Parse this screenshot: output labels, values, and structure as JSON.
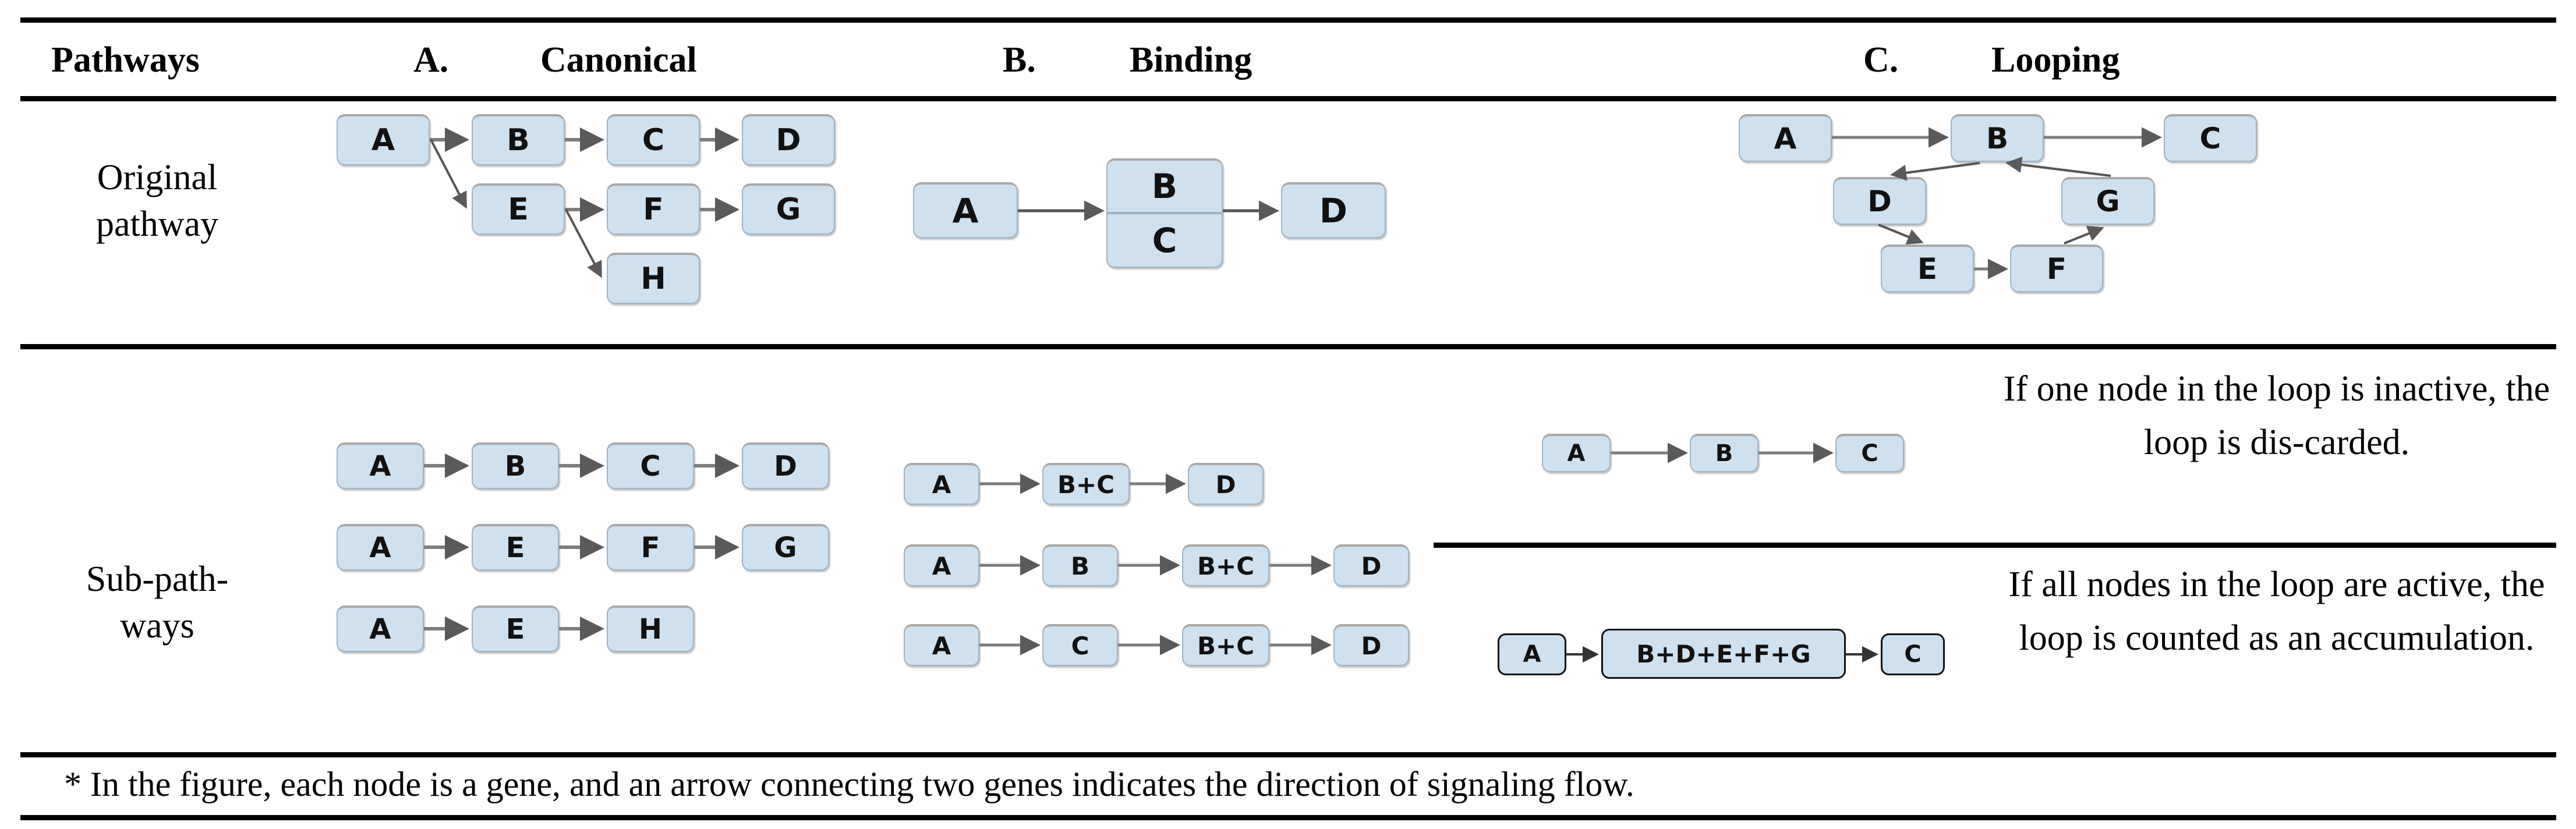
{
  "table": {
    "header": {
      "row_label": "Pathways",
      "columns": [
        {
          "letter": "A.",
          "name": "Canonical"
        },
        {
          "letter": "B.",
          "name": "Binding"
        },
        {
          "letter": "C.",
          "name": "Looping"
        }
      ]
    },
    "rows": [
      {
        "label": "Original\npathway"
      },
      {
        "label": "Sub-path-\nways"
      }
    ],
    "footnote": "* In the figure, each node is a gene, and an arrow connecting two genes indicates the direction of signaling flow."
  },
  "row_labels": {
    "original_line1": "Original",
    "original_line2": "pathway",
    "sub_line1": "Sub-path-",
    "sub_line2": "ways"
  },
  "notes": {
    "inactive": "If one node in the loop is inactive, the loop is dis-carded.",
    "active": "If all nodes in the loop are active, the loop is counted as an accumulation."
  },
  "colors": {
    "node_fill": "#cfe0ef",
    "node_border": "#9fb4c6",
    "node_top_shadow": "#a9a9a9",
    "edge": "#7d7d7d",
    "rule": "#000000"
  },
  "diagrams": {
    "canonical_original": {
      "nodes": [
        "A",
        "B",
        "C",
        "D",
        "E",
        "F",
        "G",
        "H"
      ],
      "edges": [
        [
          "A",
          "B"
        ],
        [
          "B",
          "C"
        ],
        [
          "C",
          "D"
        ],
        [
          "A",
          "E"
        ],
        [
          "E",
          "F"
        ],
        [
          "F",
          "G"
        ],
        [
          "E",
          "H"
        ]
      ]
    },
    "binding_original": {
      "nodes": [
        "A",
        "B",
        "C",
        "D"
      ],
      "complex": [
        "B",
        "C"
      ],
      "edges": [
        [
          "A",
          "B+C"
        ],
        [
          "B+C",
          "D"
        ]
      ]
    },
    "looping_original": {
      "nodes": [
        "A",
        "B",
        "C",
        "D",
        "G",
        "E",
        "F"
      ],
      "edges": [
        [
          "A",
          "B"
        ],
        [
          "B",
          "C"
        ],
        [
          "B",
          "D"
        ],
        [
          "D",
          "E"
        ],
        [
          "E",
          "F"
        ],
        [
          "F",
          "G"
        ],
        [
          "G",
          "B"
        ]
      ]
    },
    "canonical_sub": [
      [
        "A",
        "B",
        "C",
        "D"
      ],
      [
        "A",
        "E",
        "F",
        "G"
      ],
      [
        "A",
        "E",
        "H"
      ]
    ],
    "binding_sub": [
      [
        "A",
        "B+C",
        "D"
      ],
      [
        "A",
        "B",
        "B+C",
        "D"
      ],
      [
        "A",
        "C",
        "B+C",
        "D"
      ]
    ],
    "looping_sub_inactive": [
      "A",
      "B",
      "C"
    ],
    "looping_sub_active": [
      "A",
      "B+D+E+F+G",
      "C"
    ]
  }
}
